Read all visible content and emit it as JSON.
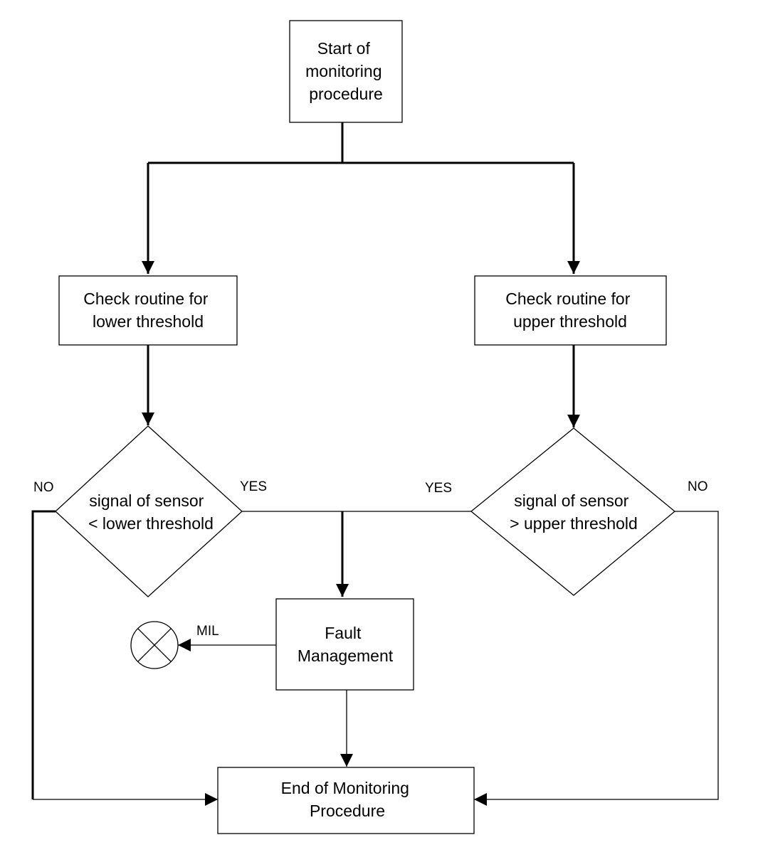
{
  "nodes": {
    "start": [
      "Start of",
      "monitoring",
      "procedure"
    ],
    "check_lower": [
      "Check routine for",
      "lower threshold"
    ],
    "check_upper": [
      "Check routine for",
      "upper threshold"
    ],
    "decision_lower": [
      "signal of sensor",
      "< lower threshold"
    ],
    "decision_upper": [
      "signal of sensor",
      "> upper threshold"
    ],
    "fault": [
      "Fault",
      "Management"
    ],
    "end": [
      "End of Monitoring",
      "Procedure"
    ]
  },
  "edge_labels": {
    "lower_no": "NO",
    "lower_yes": "YES",
    "upper_yes": "YES",
    "upper_no": "NO",
    "mil": "MIL"
  },
  "lamp_icon": "mil-lamp-icon",
  "colors": {
    "stroke": "#000000",
    "background": "#ffffff"
  }
}
